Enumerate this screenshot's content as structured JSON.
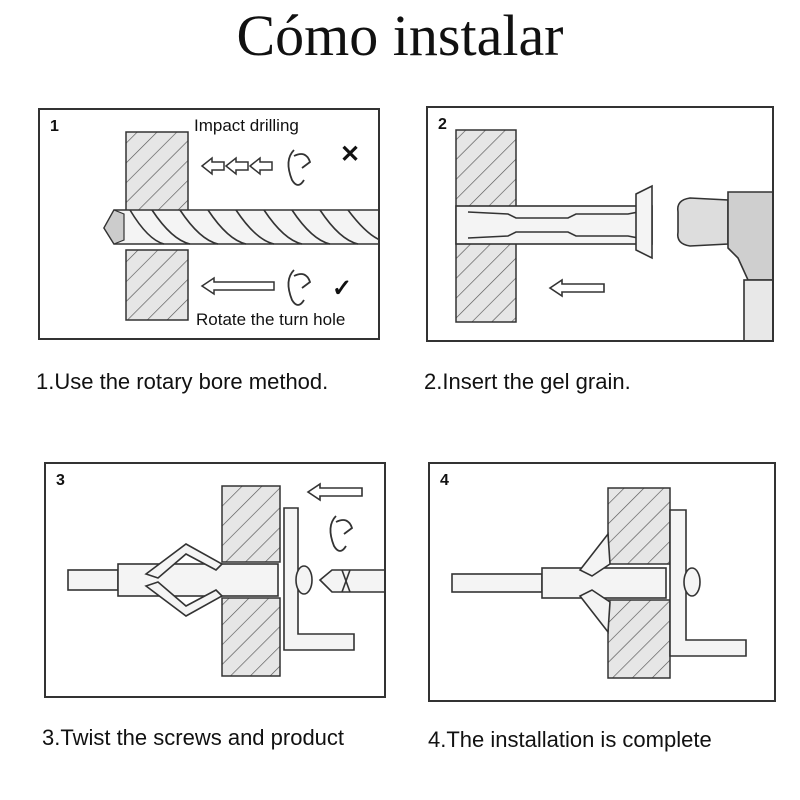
{
  "title": "Cómo instalar",
  "steps": [
    {
      "number": "1",
      "caption": "1.Use the rotary bore method.",
      "labels": {
        "top": "Impact drilling",
        "bottom": "Rotate the turn hole"
      },
      "marks": {
        "wrong": "✕",
        "right": "✓"
      }
    },
    {
      "number": "2",
      "caption": "2.Insert the gel grain."
    },
    {
      "number": "3",
      "caption": "3.Twist the screws and product"
    },
    {
      "number": "4",
      "caption": "4.The installation is complete"
    }
  ],
  "icons": [
    "rotate-icon",
    "arrow-left-icon",
    "drill-bit-icon",
    "hammer-icon",
    "screwdriver-icon",
    "anchor-icon",
    "hook-icon"
  ]
}
